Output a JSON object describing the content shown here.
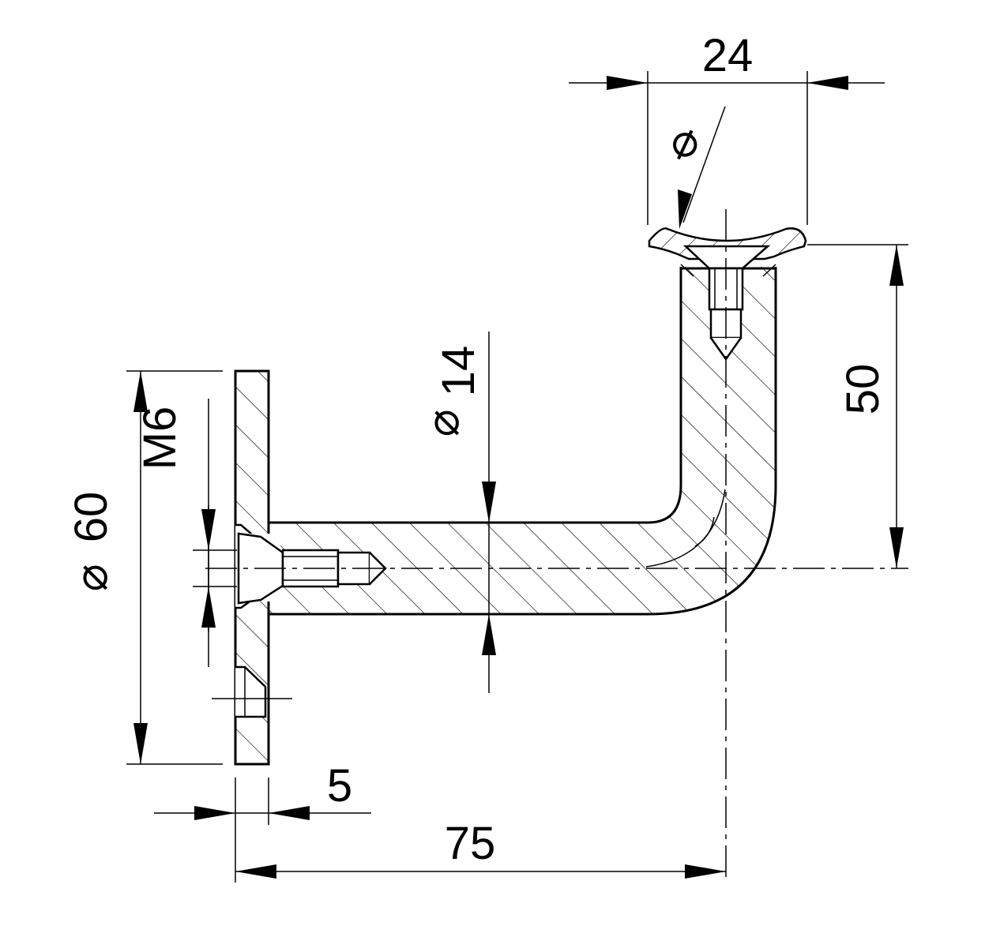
{
  "drawing": {
    "line_color": "#000000",
    "background_color": "#ffffff",
    "dimensions": {
      "top_width": "24",
      "top_diameter_symbol": "⌀",
      "height": "50",
      "tube_diameter": "14",
      "tube_diameter_symbol": "⌀",
      "thread": "M6",
      "plate_diameter": "60",
      "plate_diameter_symbol": "⌀",
      "plate_thickness": "5",
      "overall_length": "75"
    }
  }
}
